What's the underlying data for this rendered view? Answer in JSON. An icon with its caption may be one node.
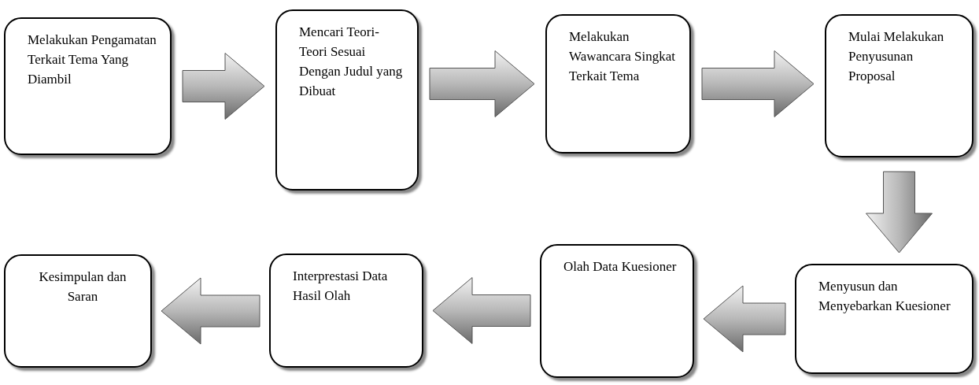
{
  "diagram": {
    "nodes": [
      {
        "text": [
          "Melakukan Pengamatan Terkait Tema Yang Diambil"
        ]
      },
      {
        "text": [
          "Mencari Teori-Teori Sesuai Dengan Judul yang Dibuat"
        ]
      },
      {
        "text": [
          "Melakukan Wawancara Singkat Terkait Tema"
        ]
      },
      {
        "text": [
          "Mulai Melakukan Penyusunan Proposal"
        ]
      },
      {
        "text": [
          "Menyusun dan Menyebarkan Kuesioner"
        ]
      },
      {
        "text": [
          "Olah Data Kuesioner"
        ]
      },
      {
        "text": [
          "Interprestasi Data Hasil Olah"
        ]
      },
      {
        "text": [
          "Kesimpulan dan Saran"
        ]
      }
    ],
    "edges": [
      {
        "from": 0,
        "to": 1,
        "arrow": "to"
      },
      {
        "from": 1,
        "to": 2,
        "arrow": "to"
      },
      {
        "from": 2,
        "to": 3,
        "arrow": "to"
      },
      {
        "from": 3,
        "to": 4,
        "arrow": "to"
      },
      {
        "from": 4,
        "to": 5,
        "arrow": "to"
      },
      {
        "from": 5,
        "to": 6,
        "arrow": "to"
      },
      {
        "from": 6,
        "to": 7,
        "arrow": "to"
      }
    ]
  }
}
